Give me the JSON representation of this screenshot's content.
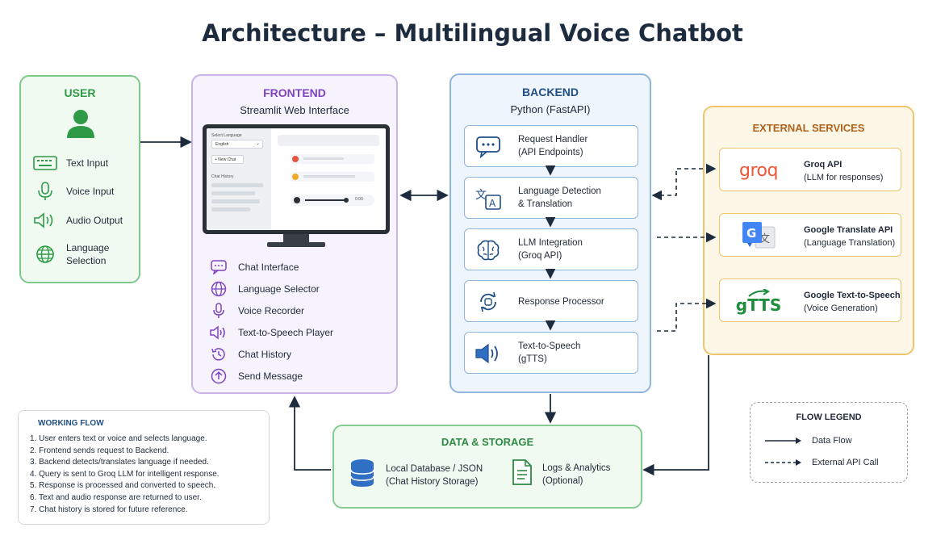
{
  "title": "Architecture – Multilingual Voice Chatbot",
  "user": {
    "heading": "USER",
    "items": [
      {
        "label": "Text Input",
        "icon": "keyboard-icon"
      },
      {
        "label": "Voice Input",
        "icon": "microphone-icon"
      },
      {
        "label": "Audio Output",
        "icon": "speaker-icon"
      },
      {
        "label": "Language\nSelection",
        "icon": "globe-icon"
      }
    ]
  },
  "frontend": {
    "heading": "FRONTEND",
    "subtitle": "Streamlit Web Interface",
    "mockup": {
      "select_language": "Select Language",
      "language_value": "English",
      "new_chat": "+ New Chat",
      "chat_history": "Chat History",
      "player_time": "0:00"
    },
    "items": [
      {
        "label": "Chat Interface",
        "icon": "chat-bubble-icon"
      },
      {
        "label": "Language Selector",
        "icon": "globe-icon"
      },
      {
        "label": "Voice Recorder",
        "icon": "microphone-icon"
      },
      {
        "label": "Text-to-Speech Player",
        "icon": "speaker-icon"
      },
      {
        "label": "Chat History",
        "icon": "history-icon"
      },
      {
        "label": "Send Message",
        "icon": "upload-arrow-icon"
      }
    ]
  },
  "backend": {
    "heading": "BACKEND",
    "subtitle": "Python (FastAPI)",
    "modules": [
      {
        "line1": "Request Handler",
        "line2": "(API Endpoints)",
        "icon": "chat-bubble-icon"
      },
      {
        "line1": "Language Detection",
        "line2": "& Translation",
        "icon": "translate-icon"
      },
      {
        "line1": "LLM Integration",
        "line2": "(Groq API)",
        "icon": "brain-icon"
      },
      {
        "line1": "Response Processor",
        "line2": "",
        "icon": "process-cycle-icon"
      },
      {
        "line1": "Text-to-Speech",
        "line2": "(gTTS)",
        "icon": "volume-icon"
      }
    ]
  },
  "external": {
    "heading": "EXTERNAL SERVICES",
    "services": [
      {
        "logo": "groq",
        "name": "Groq API",
        "desc": "(LLM for responses)"
      },
      {
        "logo": "G文",
        "name": "Google Translate API",
        "desc": "(Language Translation)"
      },
      {
        "logo": "gTTS",
        "name": "Google Text-to-Speech",
        "desc": "(Voice Generation)"
      }
    ]
  },
  "storage": {
    "heading": "DATA & STORAGE",
    "items": [
      {
        "line1": "Local Database / JSON",
        "line2": "(Chat History Storage)",
        "icon": "database-icon"
      },
      {
        "line1": "Logs & Analytics",
        "line2": "(Optional)",
        "icon": "document-icon"
      }
    ]
  },
  "working_flow": {
    "heading": "WORKING FLOW",
    "steps": [
      "1.  User enters text or voice and selects language.",
      "2.  Frontend sends request to Backend.",
      "3.  Backend detects/translates language if needed.",
      "4.  Query is sent to Groq LLM for intelligent response.",
      "5.  Response is processed and converted to speech.",
      "6.  Text and audio response are returned to user.",
      "7.  Chat history is stored for future reference."
    ]
  },
  "legend": {
    "heading": "FLOW LEGEND",
    "data_flow": "Data Flow",
    "external_call": "External API Call"
  },
  "colors": {
    "user_green": "#2e9a46",
    "frontend_purple": "#7d43c2",
    "backend_blue": "#1f4e86",
    "external_orange": "#b0621a",
    "groq_red": "#f05537",
    "google_blue": "#4285f4",
    "gtts_green": "#1e8e3e"
  }
}
